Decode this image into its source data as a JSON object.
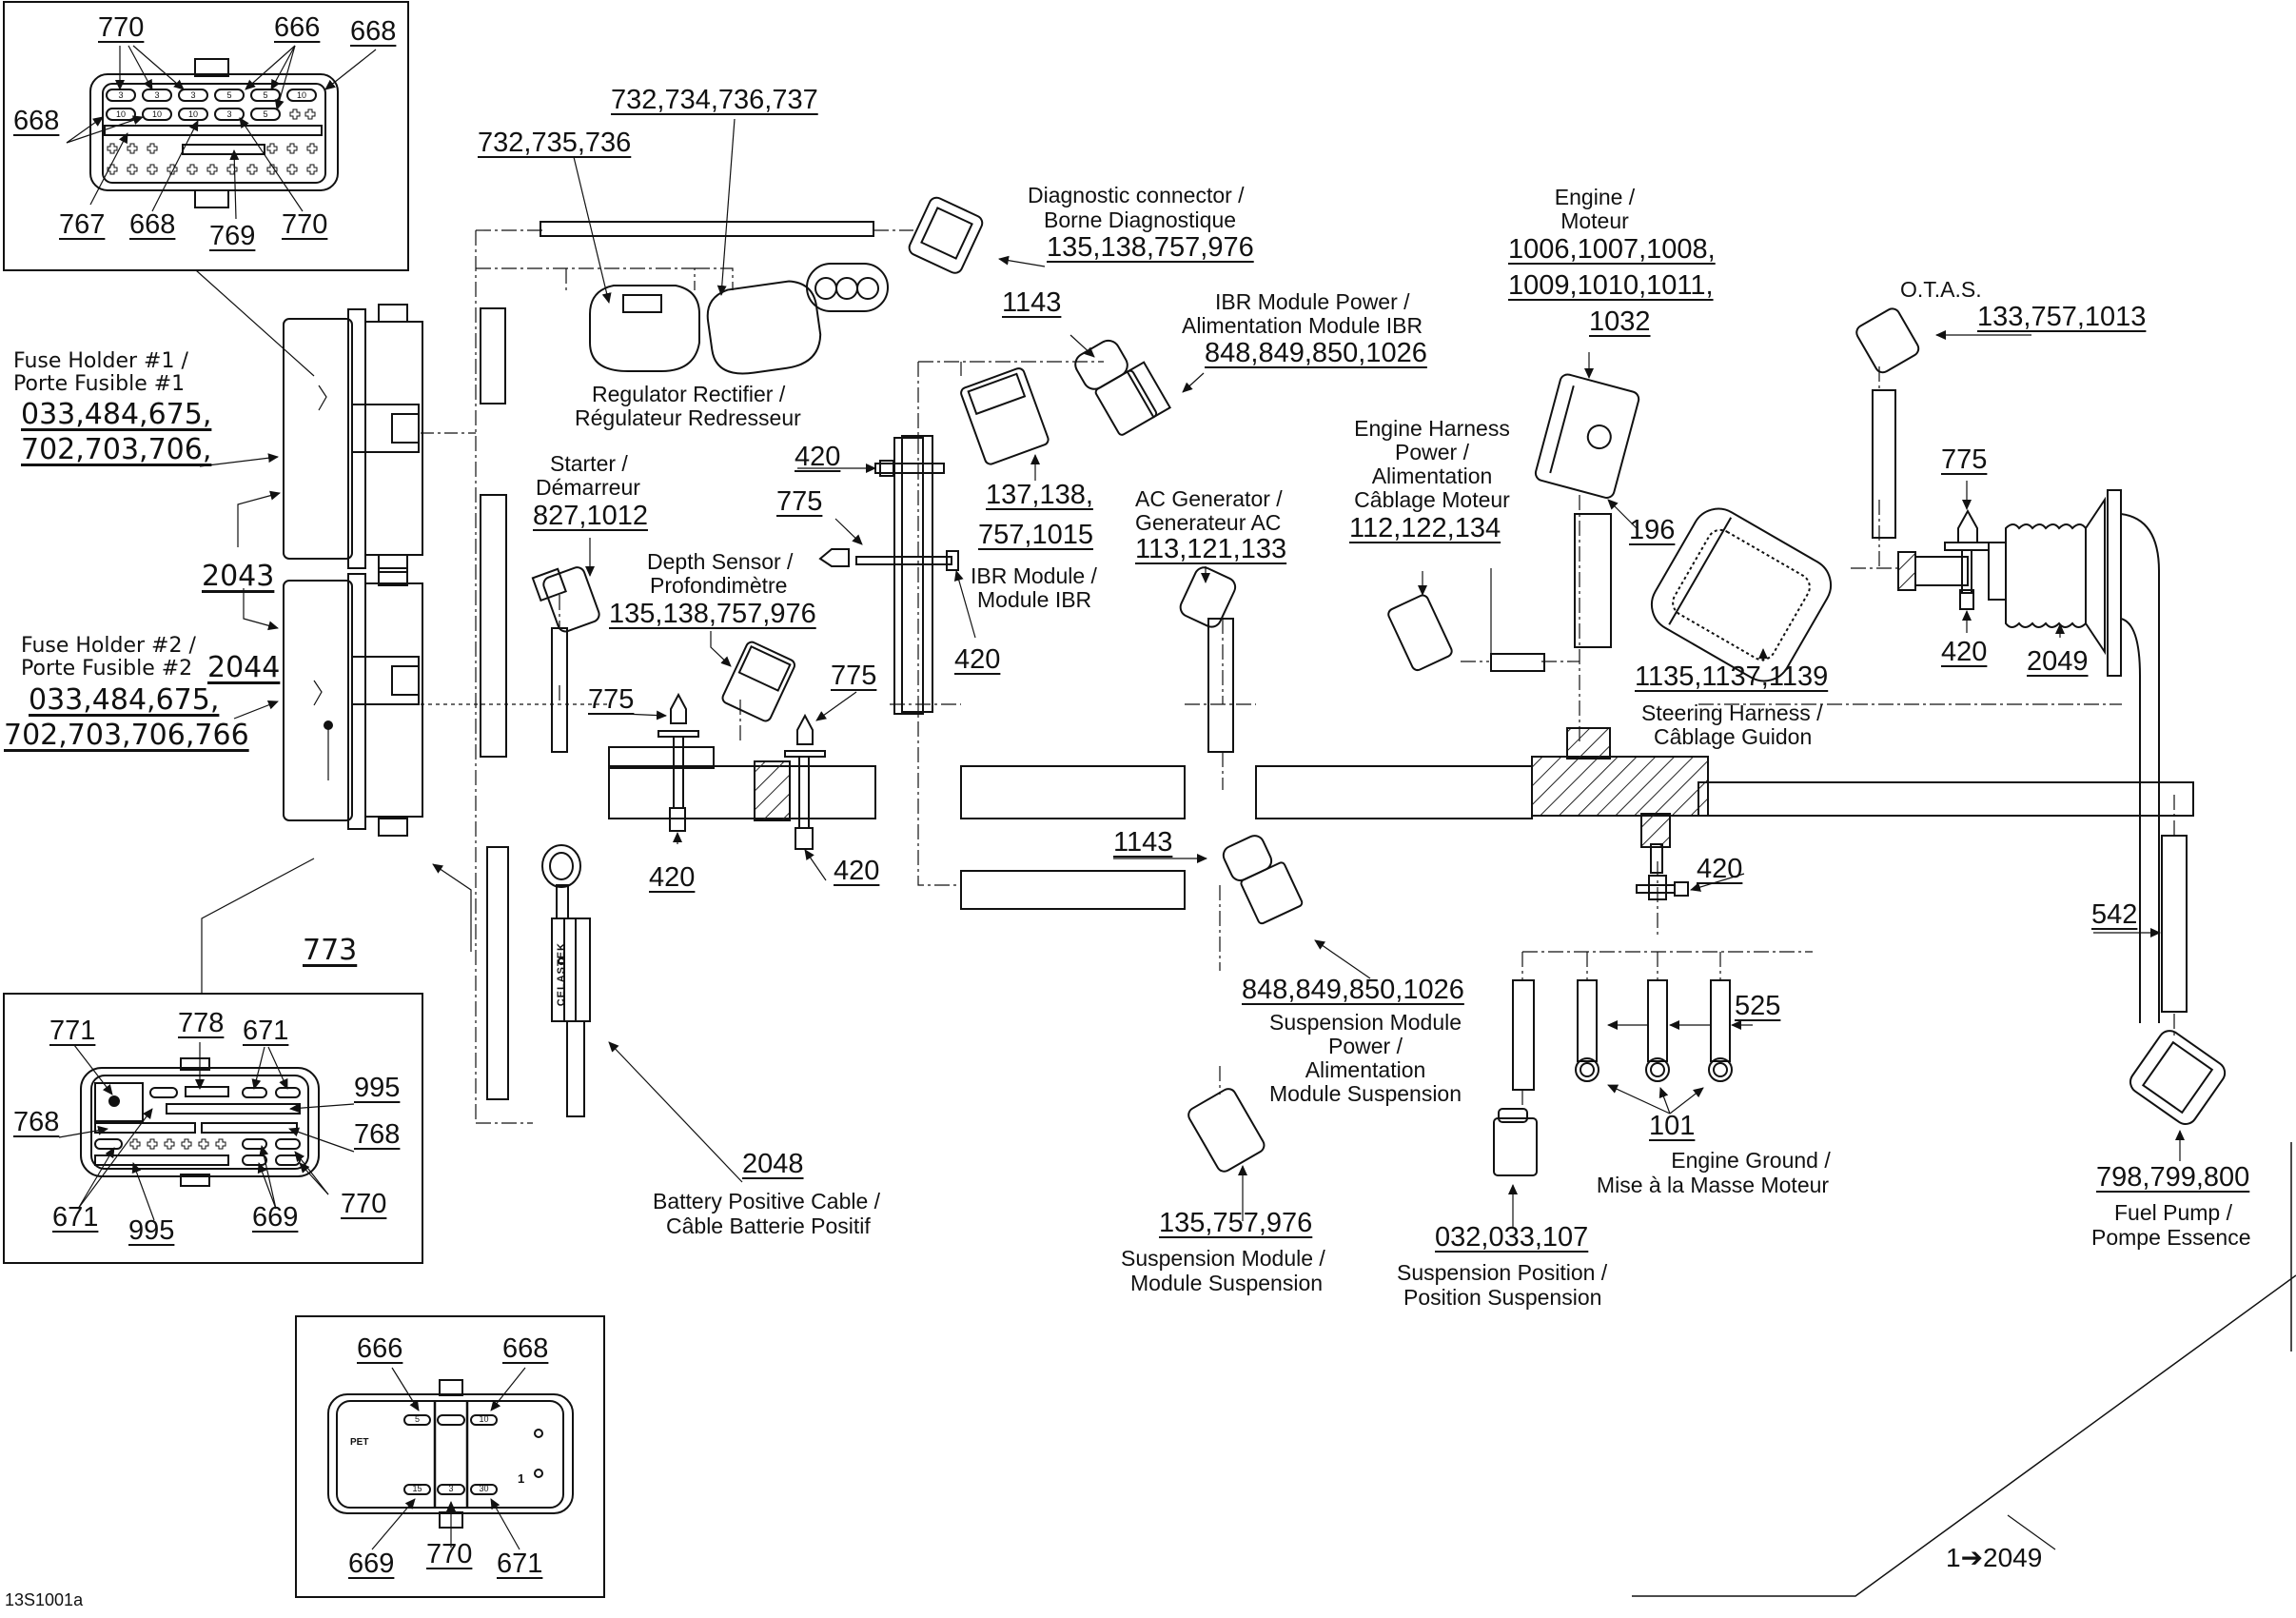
{
  "figure": {
    "reference_code": "13S1001a",
    "range_label": "1➔2049"
  },
  "fuse_box_1_detail": {
    "callouts": [
      "770",
      "666",
      "668",
      "668",
      "767",
      "668",
      "769",
      "770"
    ],
    "pin_ratings": [
      "3",
      "3",
      "3",
      "5",
      "5",
      "10",
      "10",
      "10",
      "10",
      "3",
      "5"
    ]
  },
  "fuse_box_2_detail": {
    "callouts": [
      "771",
      "778",
      "671",
      "995",
      "768",
      "768",
      "671",
      "995",
      "669",
      "770"
    ]
  },
  "relay_detail": {
    "callouts": [
      "666",
      "668",
      "669",
      "770",
      "671"
    ],
    "pin_ratings": [
      "5",
      "10",
      "15",
      "3",
      "30"
    ],
    "marking_1": "PET",
    "marking_2": "1"
  },
  "components": {
    "fuse_holder_1": {
      "title_en": "Fuse Holder #1 /",
      "title_fr": "Porte Fusible #1",
      "parts_1": "033,484,675,",
      "parts_2": "702,703,706,",
      "part_number": "2043"
    },
    "fuse_holder_2": {
      "title_en": "Fuse Holder #2 /",
      "title_fr": "Porte Fusible #2",
      "parts_1": "033,484,675,",
      "parts_2": "702,703,706,766",
      "part_number": "2044",
      "screw": "773"
    },
    "regulator_a": {
      "parts": "732,735,736"
    },
    "regulator_b": {
      "parts": "732,734,736,737"
    },
    "regulator": {
      "title_en": "Regulator Rectifier /",
      "title_fr": "Régulateur Redresseur"
    },
    "diagnostic": {
      "title_en": "Diagnostic connector /",
      "title_fr": "Borne Diagnostique",
      "parts": "135,138,757,976"
    },
    "starter": {
      "title_en": "Starter /",
      "title_fr": "Démarreur",
      "parts": "827,1012"
    },
    "depth_sensor": {
      "title_en": "Depth Sensor /",
      "title_fr": "Profondimètre",
      "parts": "135,138,757,976"
    },
    "ibr_module_power": {
      "callout": "1143",
      "title_en": "IBR Module Power /",
      "title_fr": "Alimentation Module IBR",
      "parts": "848,849,850,1026"
    },
    "ibr_module": {
      "parts_1": "137,138,",
      "parts_2": "757,1015",
      "title_en": "IBR Module /",
      "title_fr": "Module IBR"
    },
    "ac_generator": {
      "title_en": "AC Generator /",
      "title_fr": "Generateur AC",
      "parts": "113,121,133"
    },
    "engine_harness_power": {
      "title_en": "Engine Harness",
      "title_en2": "Power /",
      "title_fr": "Alimentation",
      "title_fr2": "Câblage Moteur",
      "parts": "112,122,134"
    },
    "engine": {
      "title_en": "Engine /",
      "title_fr": "Moteur",
      "parts_1": "1006,1007,1008,",
      "parts_2": "1009,1010,1011,",
      "parts_3": "1032",
      "clip": "196"
    },
    "otas": {
      "title": "O.T.A.S.",
      "parts": "133,757,1013"
    },
    "steering_harness": {
      "parts": "1135,1137,1139",
      "title_en": "Steering Harness /",
      "title_fr": "Câblage Guidon"
    },
    "steering_boot": {
      "tie_top": "775",
      "tie_bottom": "420",
      "boot": "2049"
    },
    "ties": {
      "t420": "420",
      "t775": "775"
    },
    "suspension_power": {
      "callout": "1143",
      "parts": "848,849,850,1026",
      "title_1": "Suspension Module",
      "title_2": "Power /",
      "title_3": "Alimentation",
      "title_4": "Module Suspension"
    },
    "suspension_module": {
      "parts": "135,757,976",
      "title_en": "Suspension Module /",
      "title_fr": "Module Suspension"
    },
    "suspension_position": {
      "parts": "032,033,107",
      "title_en": "Suspension Position /",
      "title_fr": "Position Suspension"
    },
    "engine_ground": {
      "tie": "420",
      "sleeve": "525",
      "parts": "101",
      "title_en": "Engine Ground /",
      "title_fr": "Mise à la Masse Moteur"
    },
    "battery_cable": {
      "parts": "2048",
      "title_en": "Battery Positive Cable /",
      "title_fr": "Câble Batterie Positif",
      "brand": "CELASTEK"
    },
    "fuel_pump": {
      "sleeve": "542",
      "parts": "798,799,800",
      "title_en": "Fuel Pump /",
      "title_fr": "Pompe Essence"
    }
  }
}
